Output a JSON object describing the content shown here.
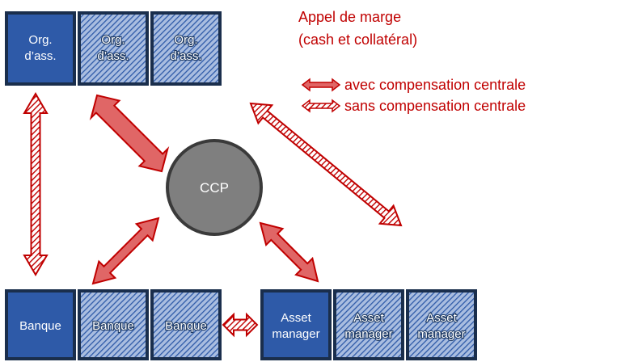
{
  "top_boxes": [
    {
      "label_1": "Org.",
      "label_2": "d’ass.",
      "style": "solid"
    },
    {
      "label_1": "Org.",
      "label_2": "d’ass.",
      "style": "hatched"
    },
    {
      "label_1": "Org.",
      "label_2": "d’ass.",
      "style": "hatched"
    }
  ],
  "bottom_left_boxes": [
    {
      "label": "Banque",
      "style": "solid"
    },
    {
      "label": "Banque",
      "style": "hatched"
    },
    {
      "label": "Banque",
      "style": "hatched"
    }
  ],
  "bottom_right_boxes": [
    {
      "label_1": "Asset",
      "label_2": "manager",
      "style": "solid"
    },
    {
      "label_1": "Asset",
      "label_2": "manager",
      "style": "hatched"
    },
    {
      "label_1": "Asset",
      "label_2": "manager",
      "style": "hatched"
    }
  ],
  "ccp": {
    "label": "CCP"
  },
  "title": {
    "line_1": "Appel de marge",
    "line_2": "(cash et collatéral)"
  },
  "legend": {
    "with_central_clearing": "avec compensation centrale",
    "without_central_clearing": "sans compensation centrale"
  },
  "colors": {
    "box_fill": "#2e5aa8",
    "box_border": "#1a2e4c",
    "arrow_red": "#c00000",
    "ccp_fill": "#7f7f7f"
  }
}
